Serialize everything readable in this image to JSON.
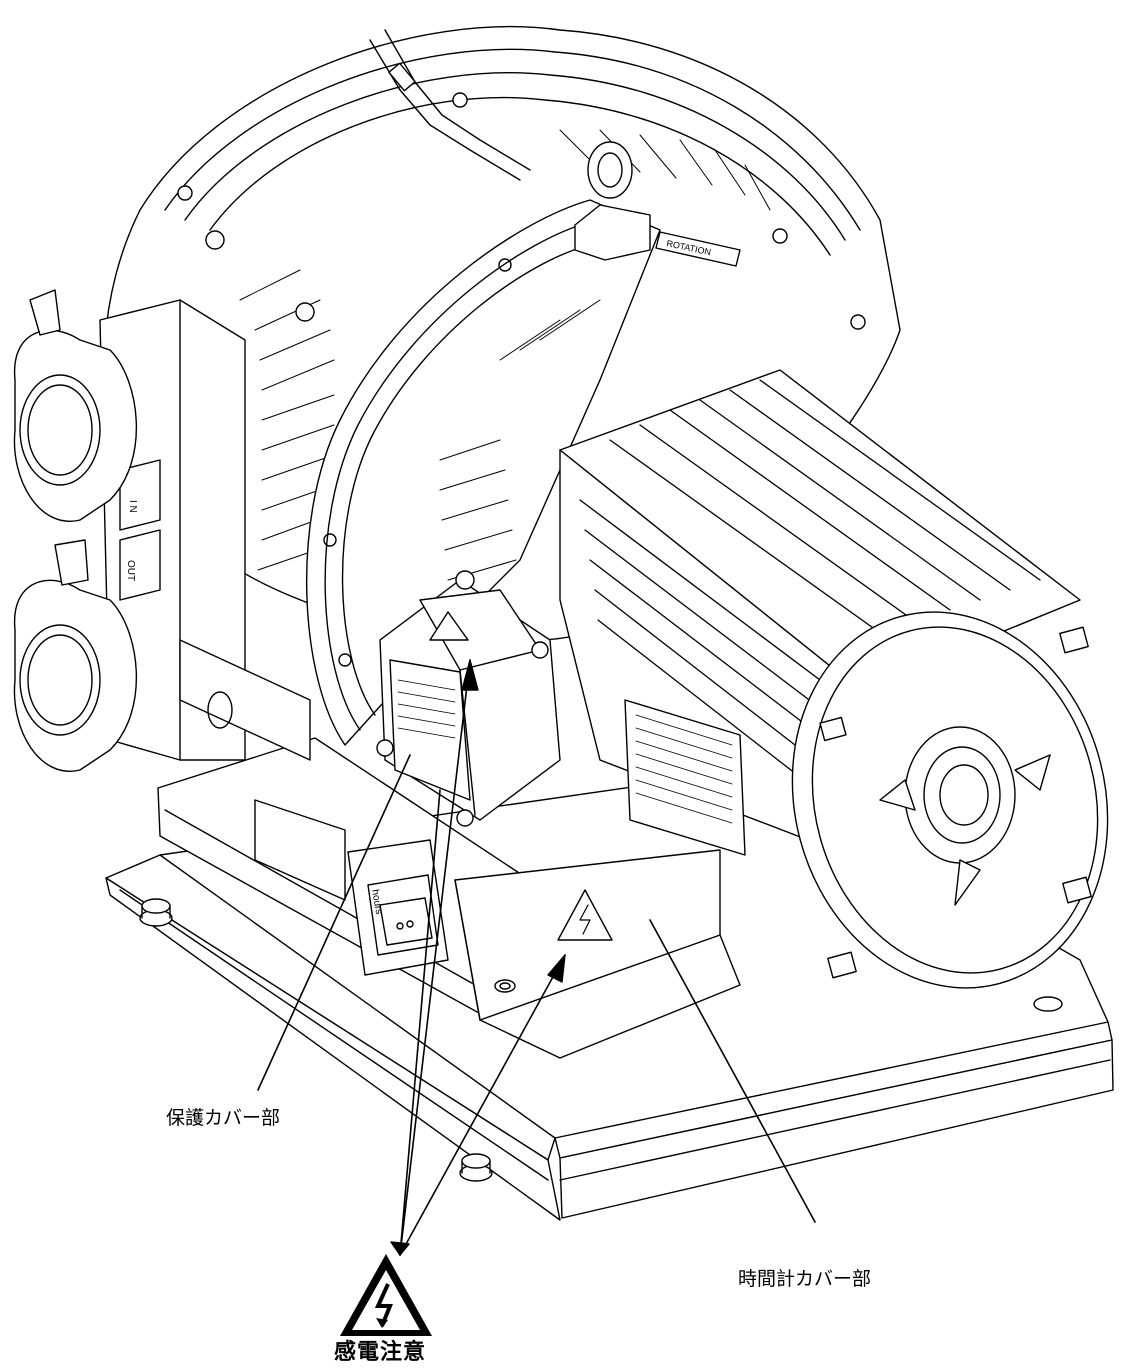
{
  "labels": {
    "protective_cover": "保護カバー部",
    "hour_meter_cover": "時間計カバー部",
    "warning_caption": "感電注意"
  },
  "device_marks": {
    "inlet": "I N",
    "outlet": "OUT",
    "hour_meter": "hours",
    "rotation": "ROTATION"
  },
  "colors": {
    "line": "#000000",
    "background": "#ffffff"
  },
  "icons": {
    "warning": "electric-shock-warning-icon"
  }
}
